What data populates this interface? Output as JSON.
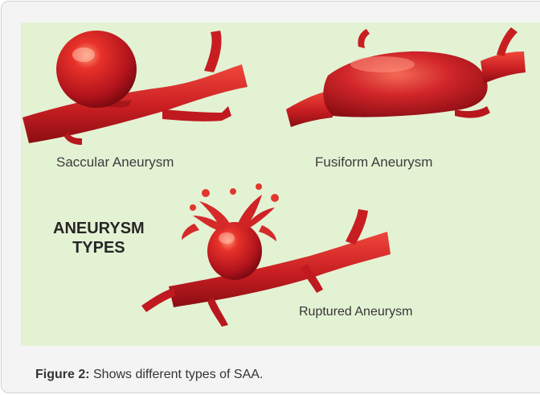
{
  "figure": {
    "labels": {
      "saccular": "Saccular Aneurysm",
      "fusiform": "Fusiform Aneurysm",
      "title_line1": "ANEURYSM",
      "title_line2": "TYPES",
      "ruptured": "Ruptured Aneurysm"
    },
    "caption": {
      "label": "Figure 2:",
      "text": " Shows different types of SAA."
    }
  }
}
